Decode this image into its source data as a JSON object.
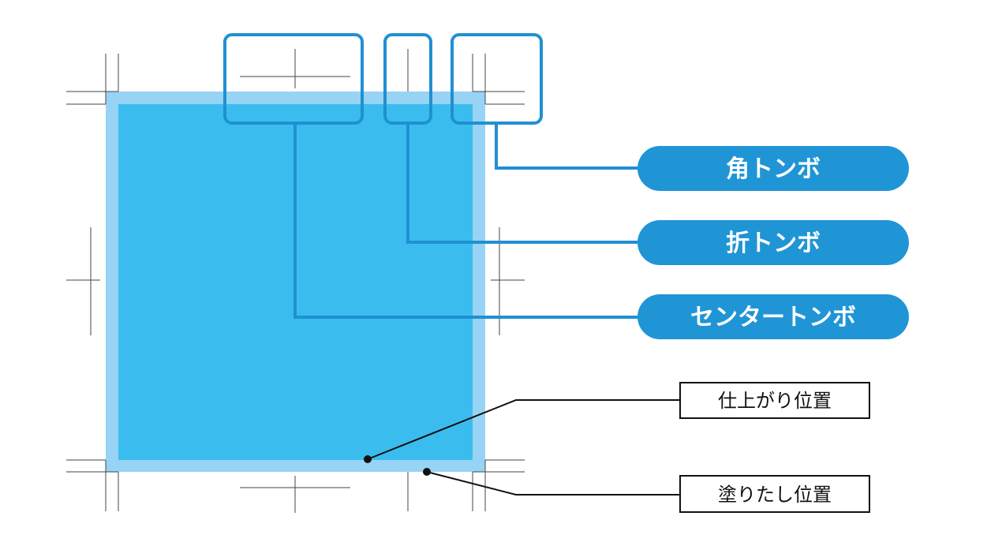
{
  "labels": {
    "corner_trim_mark": "角トンボ",
    "fold_trim_mark": "折トンボ",
    "center_trim_mark": "センタートンボ",
    "trim_position": "仕上がり位置",
    "bleed_position": "塗りたし位置"
  },
  "colors": {
    "bleed_area": "#97D3F4",
    "trim_area": "#3ABDEE",
    "callout": "#2090D2",
    "pill_fill": "#2095D6",
    "pill_text": "#FFFFFF",
    "crop_lines": "#444444",
    "leader_lines": "#111111"
  },
  "icons": {
    "trim_point": "dot-marker",
    "bleed_point": "dot-marker"
  }
}
